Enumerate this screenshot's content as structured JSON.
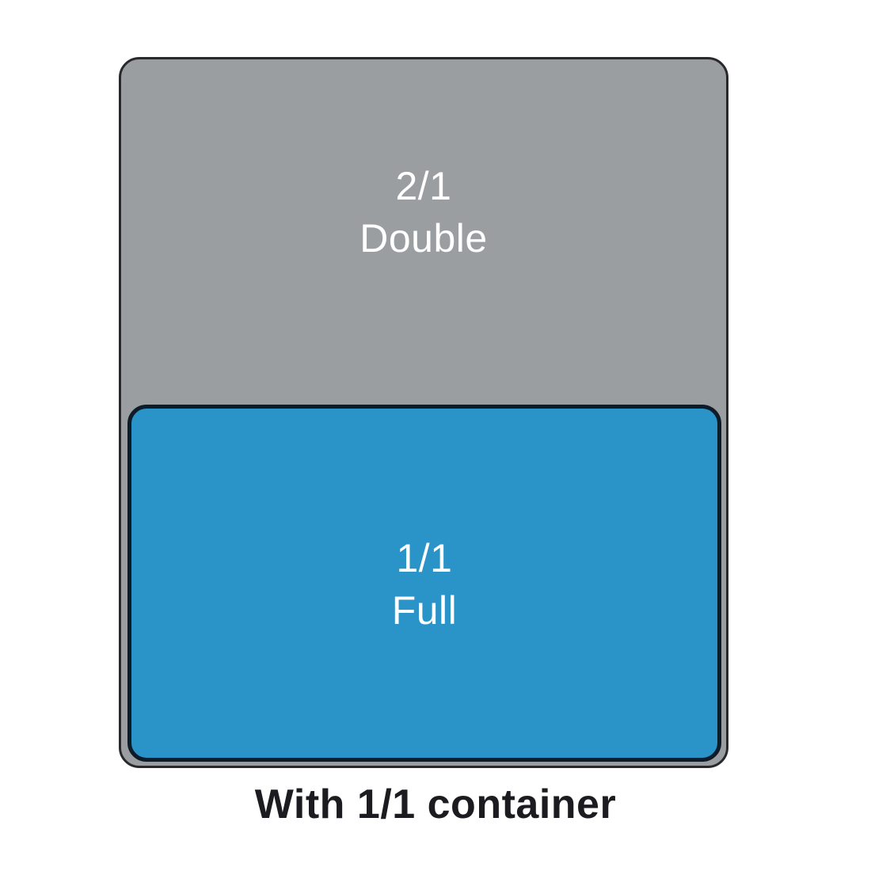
{
  "diagram": {
    "caption": "With 1/1 container",
    "outer_pan": {
      "size_label": "2/1",
      "name_label": "Double",
      "label_lines": "2/1\nDouble"
    },
    "inner_pan": {
      "size_label": "1/1",
      "name_label": "Full",
      "label_lines": "1/1\nFull"
    }
  },
  "colors": {
    "outer_pan_fill": "#9B9EA1",
    "outer_pan_border": "#29282C",
    "inner_pan_fill": "#2A93C7",
    "inner_pan_border": "#0E1B29",
    "pan_label_text": "#FFFFFF",
    "caption_text": "#1C1B1F",
    "background": "#FFFFFF"
  }
}
